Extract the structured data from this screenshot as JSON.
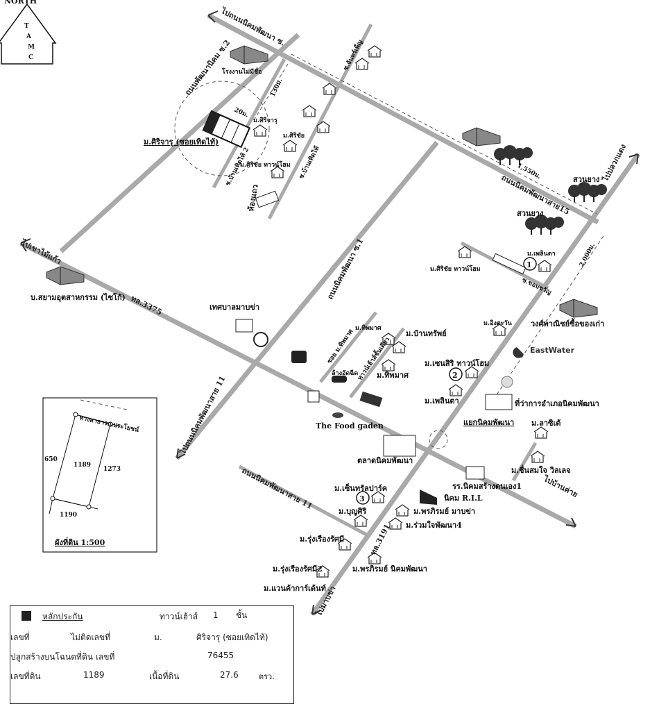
{
  "north_arrow": {
    "label": "NORTH",
    "letters": [
      "T",
      "A",
      "M",
      "C"
    ]
  },
  "roads": {
    "top_road": "ไปถนนนิคมพัฒนา ซ.",
    "road_3375": "ทล.3375",
    "road_3191": "ทล.3191",
    "soi_1": "ถนนนิคมพัฒนา ซ.1",
    "soi_2": "ถนนพัฒนานิคม ซ.2",
    "line_11": "ถนนนิคมพัฒนาสาย 11",
    "line_11_lower": "ถนนนิคมพัฒนาสาย 11",
    "line_15": "ถนนนิคมพัฒนาสาย15",
    "soi_thoet_thai_2": "ซ.บ้านเทิดไท้ 2",
    "soi_thoet_thai": "ซ.บ้านเทิดไท้",
    "soi_chan_phen": "ซ.จันทร์เพ็ญ",
    "soi_thipmat": "ซอย ม.ทิพมาศ",
    "soi_khob_kwan": "ซ.ขอบขวัญ"
  },
  "directions": {
    "to_khao_mai_kaeo": "ไปเขาไม้แก้ว",
    "to_pluak_daeng": "ไปปลวกแดง",
    "to_ban_khai": "ไปบ้านค่าย",
    "to_map_kha": "ไปมาบข่า",
    "to_line_11": "ไปถนนนิคมพัฒนาสาย 11"
  },
  "distances": {
    "d130": "130ม.",
    "d20": "20ม.",
    "d1550": "1,550ม.",
    "d2000": "2,000ม."
  },
  "places": {
    "target": "ม.ศิริจารุ (ซอยเทิดไท้)",
    "factory_noname": "โรงงานไม่มีชื่อ",
    "sirijaru": "ม.ศิริจารุ",
    "sirichai": "ม.ศิริชัย",
    "sirichai_town": "ม.ศิริชัย ทาวน์โฮม",
    "shophouse": "ห้องแถว",
    "siam_industry": "บ.สยามอุตสาหกรรม (ไซโก้)",
    "municipality": "เทศบาลมาบข่า",
    "rubber1": "สวนยาง",
    "rubber2": "สวนยาง",
    "phoenix": "ม.เพลินตา",
    "sirichai_town2": "ม.ศิริชัย ทาวน์โฮม",
    "wong_panich": "วงศ์พาณิชย์ซื้อของเก่า",
    "ing_tawan": "ม.อิงตะวัน",
    "eastwater": "EastWater",
    "ban_sap": "ม.บ้านทรัพย์",
    "thipmat1": "ม.ทิพมาศ",
    "thipmat2": "ม.ทิพมาศ",
    "townhouse_row": "ทาวน์เฮ้าส์ชั้นเดียว",
    "car_wash": "ล้างอัดฉีด",
    "senasiri": "ม.เซนสิริ ทาวน์โฮม",
    "ploenta2": "ม.เพลินตา",
    "district_office": "ที่ว่าการอำเภอนิคมพัฒนา",
    "junction": "แยกนิคมพัฒนา",
    "lasite": "ม.ลาซิเต้",
    "food_garden": "The Food gaden",
    "market": "ตลาดนิคมพัฒนา",
    "chuenchom": "ม.ชื่นสมใจ วิลเลจ",
    "school": "รร.นิคมสร้างตนเอง1",
    "ril": "นิคม R.I.L",
    "central_park": "ม.เซ็นทรัลปาร์ค",
    "boonsiri": "ม.บุญศิริ",
    "pornpirom": "ม.พรภิรมย์ มาบข่า",
    "ruamjai": "ม.ร่วมใจพัฒนา4",
    "rungruang": "ม.รุ่งเรืองรัศมี",
    "rungruang2": "ม.รุ่งเรืองรัศมี2",
    "pornpirom2": "ม.พรภิรมย์ นิคมพัฒนา",
    "vancouver": "ม.แวนค้าการ์เด้นท์"
  },
  "markers": [
    "1",
    "2",
    "3"
  ],
  "plot": {
    "road_label": "ทางสาธารณประโยชน์",
    "lot": "1189",
    "left": "650",
    "right": "1273",
    "bottom": "1190",
    "title": "ผังที่ดิน 1:500"
  },
  "info": {
    "legend": "หลักประกัน",
    "type": "ทาวน์เฮ้าส์",
    "floors": "1",
    "floors_unit": "ชั้น",
    "no_label": "เลขที่",
    "no_value": "ไม่ติดเลขที่",
    "village_label": "ม.",
    "village_value": "ศิริจารุ (ซอยเทิดไท้)",
    "deed_label": "ปลูกสร้างบนโฉนดที่ดิน เลขที่",
    "deed_value": "76455",
    "land_no_label": "เลขที่ดิน",
    "land_no_value": "1189",
    "area_label": "เนื้อที่ดิน",
    "area_value": "27.6",
    "area_unit": "ตรว."
  }
}
